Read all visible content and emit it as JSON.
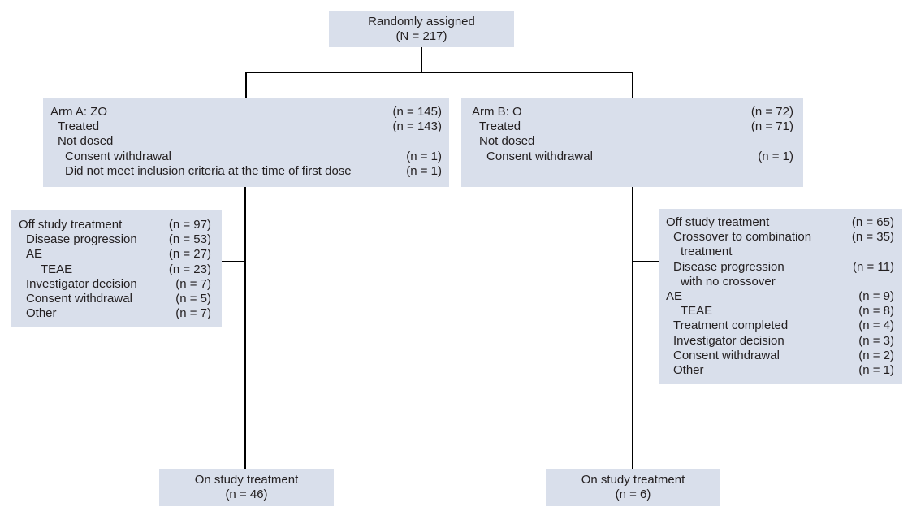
{
  "top": {
    "title": "Randomly assigned",
    "count": "(N = 217)"
  },
  "arm_a": {
    "title": "Arm A: ZO",
    "title_count": "(n = 145)",
    "treated": "Treated",
    "treated_count": "(n = 143)",
    "not_dosed": "Not dosed",
    "consent": "Consent withdrawal",
    "consent_count": "(n = 1)",
    "inclusion": "Did not meet inclusion criteria at the time of first dose",
    "inclusion_count": "(n = 1)"
  },
  "arm_b": {
    "title": "Arm B: O",
    "title_count": "(n = 72)",
    "treated": "Treated",
    "treated_count": "(n = 71)",
    "not_dosed": "Not dosed",
    "consent": "Consent withdrawal",
    "consent_count": "(n = 1)"
  },
  "off_a": {
    "title": "Off study treatment",
    "title_count": "(n = 97)",
    "progression": "Disease progression",
    "progression_count": "(n = 53)",
    "ae": "AE",
    "ae_count": "(n = 27)",
    "teae": "TEAE",
    "teae_count": "(n = 23)",
    "investigator": "Investigator decision",
    "investigator_count": "(n = 7)",
    "consent": "Consent withdrawal",
    "consent_count": "(n = 5)",
    "other": "Other",
    "other_count": "(n = 7)"
  },
  "off_b": {
    "title": "Off study treatment",
    "title_count": "(n = 65)",
    "crossover_1": "Crossover to combination",
    "crossover_2": "treatment",
    "crossover_count": "(n = 35)",
    "progression_1": "Disease progression",
    "progression_2": "with no crossover",
    "progression_count": "(n = 11)",
    "ae": "AE",
    "ae_count": "(n = 9)",
    "teae": "TEAE",
    "teae_count": "(n = 8)",
    "completed": "Treatment completed",
    "completed_count": "(n = 4)",
    "investigator": "Investigator decision",
    "investigator_count": "(n = 3)",
    "consent": "Consent withdrawal",
    "consent_count": "(n = 2)",
    "other": "Other",
    "other_count": "(n = 1)"
  },
  "on_a": {
    "title": "On study treatment",
    "count": "(n = 46)"
  },
  "on_b": {
    "title": "On study treatment",
    "count": "(n = 6)"
  },
  "colors": {
    "box_fill": "#d9dfeb",
    "line": "#000000",
    "text": "#231f20"
  }
}
